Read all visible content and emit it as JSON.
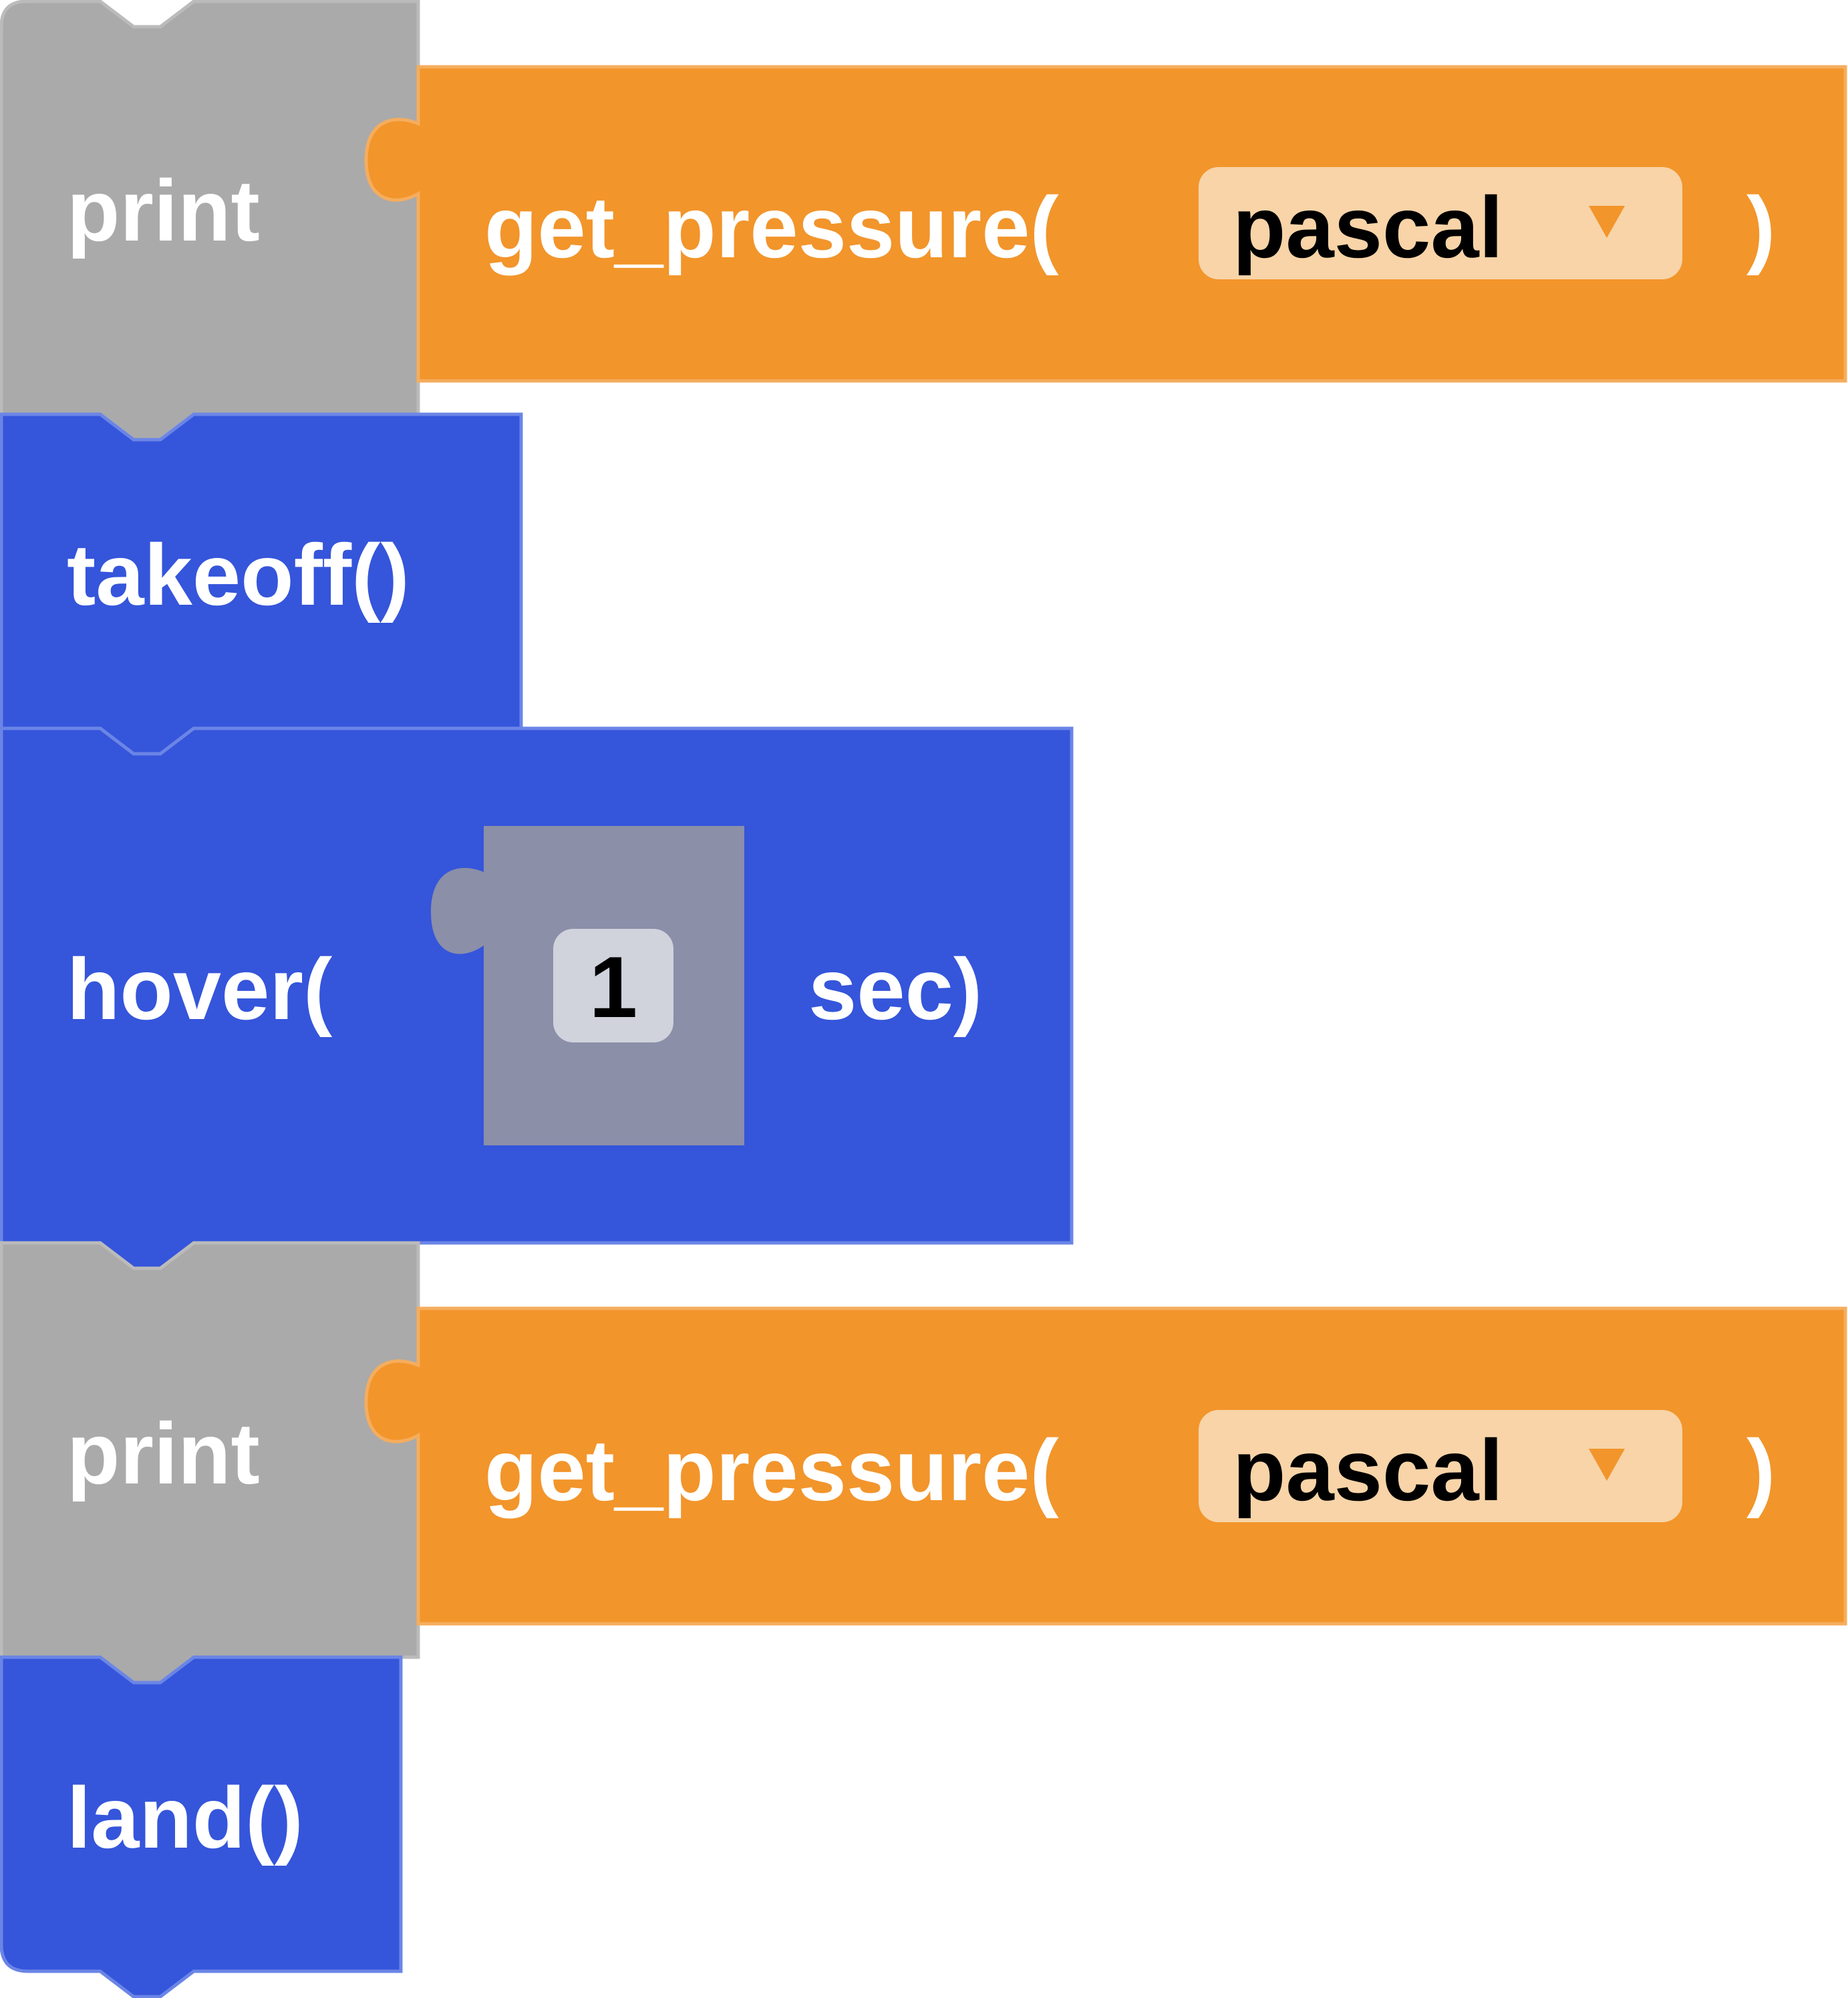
{
  "colors": {
    "print_block": "#aaaaaa",
    "print_block_stroke": "#bbbbbb",
    "sensor_block": "#f2952b",
    "sensor_block_stroke": "#f5ad5e",
    "dropdown_bg": "#f8d4a8",
    "dropdown_arrow": "#f2952b",
    "drone_block": "#3555db",
    "drone_block_stroke": "#6b85e6",
    "number_block": "#8b8fa8",
    "number_field_bg": "#d0d3dc"
  },
  "blocks": {
    "print_1": {
      "label": "print",
      "sensor": {
        "label": "get_pressure(",
        "dropdown_value": "pascal",
        "dropdown_icon": "triangle-down-icon",
        "close": ")"
      }
    },
    "takeoff": {
      "label": "takeoff()"
    },
    "hover": {
      "label": "hover(",
      "number_value": "1",
      "suffix": "sec)"
    },
    "print_2": {
      "label": "print",
      "sensor": {
        "label": "get_pressure(",
        "dropdown_value": "pascal",
        "dropdown_icon": "triangle-down-icon",
        "close": ")"
      }
    },
    "land": {
      "label": "land()"
    }
  }
}
